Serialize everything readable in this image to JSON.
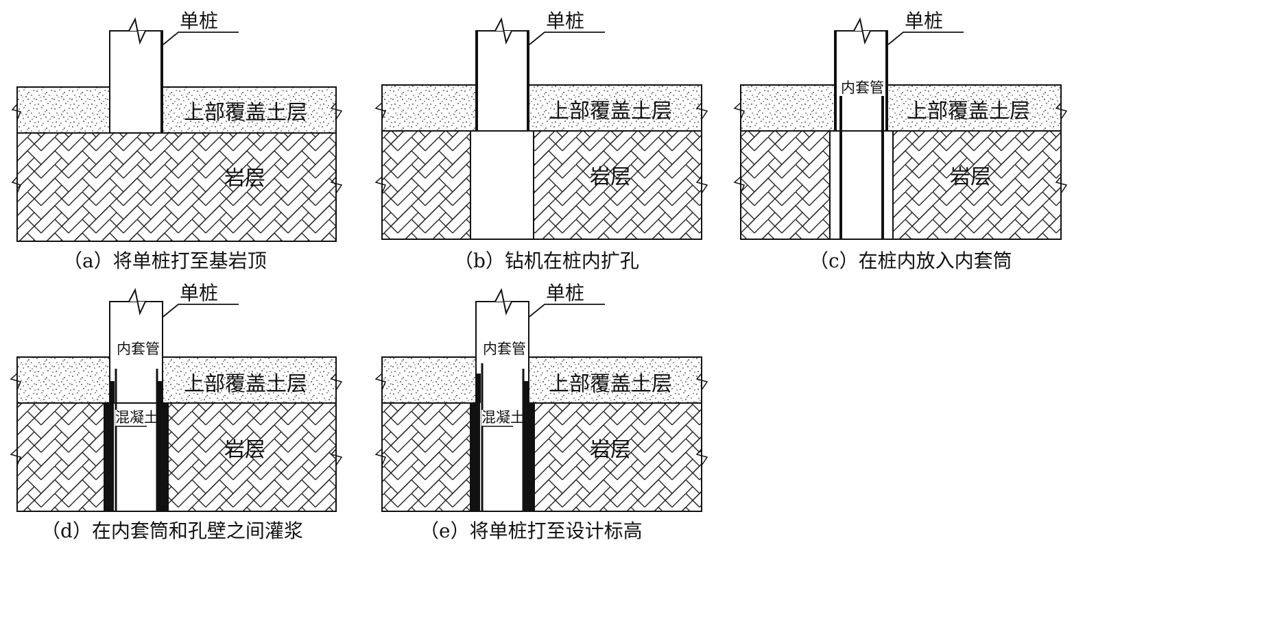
{
  "labels": {
    "pile": "单桩",
    "overburden": "上部覆盖土层",
    "rock": "岩层",
    "inner_casing": "内套管",
    "concrete": "混凝土"
  },
  "panels": [
    {
      "id": "a",
      "caption": "（a）将单桩打至基岩顶"
    },
    {
      "id": "b",
      "caption": "（b）钻机在桩内扩孔"
    },
    {
      "id": "c",
      "caption": "（c）在桩内放入内套筒"
    },
    {
      "id": "d",
      "caption": "（d）在内套筒和孔壁之间灌浆"
    },
    {
      "id": "e",
      "caption": "（e）将单桩打至设计标高"
    }
  ]
}
